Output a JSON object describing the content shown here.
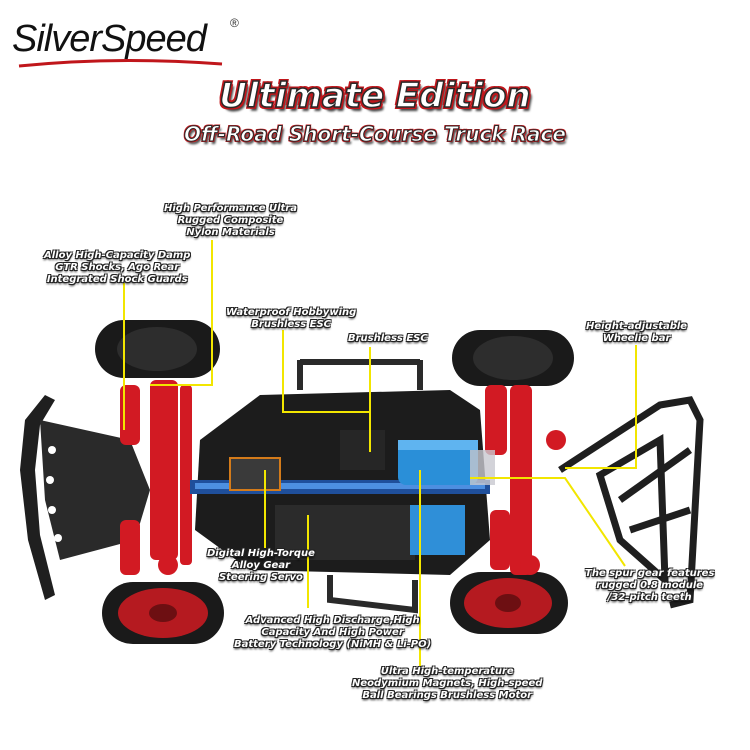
{
  "brand": {
    "name": "SilverSpeed",
    "registered_mark": "®"
  },
  "title": {
    "line1": "Ultimate Edition",
    "line2": "Off-Road Short-Course Truck Race"
  },
  "callouts": {
    "composite": [
      "High Performance Ultra",
      "Rugged Composite",
      "Nylon Materials"
    ],
    "shocks": [
      "Alloy High-Capacity Damp",
      "GTR Shocks, Ago Rear",
      "Integrated Shock Guards"
    ],
    "waterproof_esc": [
      "Waterproof Hobbywing",
      "Brushless ESC"
    ],
    "brushless_esc": [
      "Brushless ESC"
    ],
    "wheelie_bar": [
      "Height-adjustable",
      "Wheelie bar"
    ],
    "servo": [
      "Digital High-Torque",
      "Alloy Gear",
      "Steering Servo"
    ],
    "battery": [
      "Advanced High Discharge,High",
      "Capacity And High Power",
      "Battery Technology (NiMH & Li-PO)"
    ],
    "motor": [
      "Ultra High-temperature",
      "Neodymium Magnets, High-speed",
      "Ball Bearings Brushless Motor"
    ],
    "spur_gear": [
      "The spur gear features",
      "rugged 0.8 module",
      "/32-pitch teeth"
    ]
  },
  "colors": {
    "leader_line": "#f2e600",
    "title_red": "#c0161b",
    "chassis_black": "#1c1c1c",
    "suspension_red": "#d21a23",
    "motor_blue": "#2a8fd8"
  }
}
